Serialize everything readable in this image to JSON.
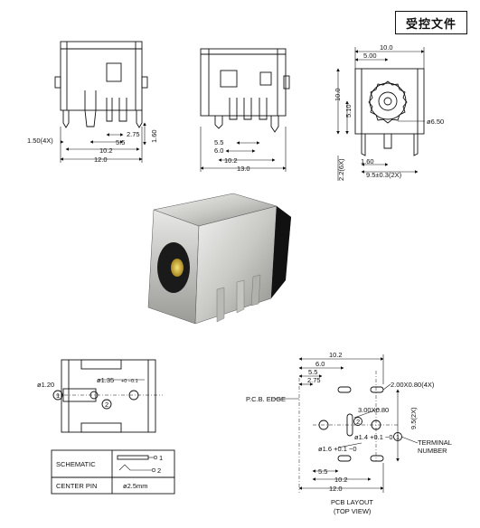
{
  "stamp": "受控文件",
  "front_view": {
    "pin_width": "1.50(4X)",
    "pin_offset": "2.75",
    "pin_span": "5.5",
    "pin_pitch": "10.2",
    "width": "12.0",
    "pin_length": "1.60"
  },
  "side_view": {
    "pin_span": "5.5",
    "inner": "6.0",
    "pitch": "10.2",
    "length": "13.0"
  },
  "top_right_view": {
    "width": "10.0",
    "half_width": "5.00",
    "height": "10.0",
    "half_height": "5.10",
    "hole": "ø6.50",
    "pin_offset": "1.60",
    "pin_spacing": "9.5±0.3(2X)",
    "pin_length": "2.2(6X)"
  },
  "bottom_view": {
    "left_hole": "ø1.20",
    "hole_dia": "ø1.35",
    "hole_tol": "+0 −0.1",
    "term1": "1",
    "term2": "2"
  },
  "schematic_table": {
    "row1_label": "SCHEMATIC",
    "row2_label": "CENTER PIN",
    "center_pin_value": "ø2.5mm",
    "sym1": "1",
    "sym2": "2"
  },
  "pcb_layout": {
    "overall": "10.2",
    "d6": "6.0",
    "d55": "5.5",
    "d275": "2.75",
    "slot": "2.00X0.80(4X)",
    "pcb_edge": "P.C.B. EDGE",
    "center_slot": "3.00X0.80",
    "term_num_center": "2",
    "hole": "ø1.4 +0.1 −0",
    "hole2": "ø1.6 +0.1 −0",
    "vertical": "9.5(2X)",
    "terminal_label_1": "TERMINAL",
    "terminal_label_2": "NUMBER",
    "term_num": "1",
    "bottom_55": "5.5",
    "bottom_102": "10.2",
    "bottom_120": "12.0",
    "caption1": "PCB LAYOUT",
    "caption2": "(TOP VIEW)"
  }
}
